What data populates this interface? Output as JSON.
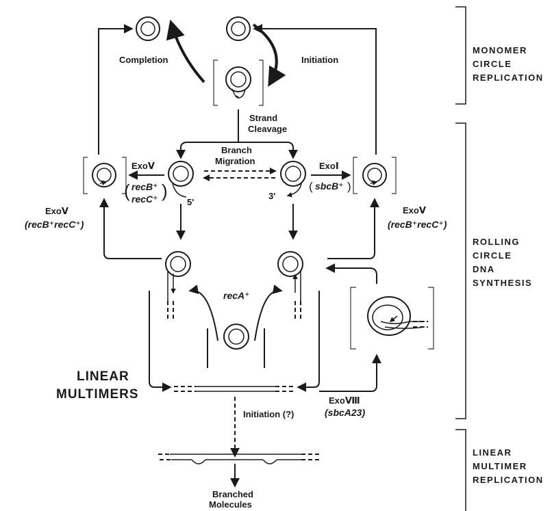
{
  "labels": {
    "completion": "Completion",
    "initiation": "Initiation",
    "strand_cleavage_1": "Strand",
    "strand_cleavage_2": "Cleavage",
    "branch_migration_1": "Branch",
    "branch_migration_2": "Migration",
    "exov_left": "ExoⅤ",
    "exoi": "ExoⅠ",
    "recb_plus": "recB⁺",
    "recc_plus": "recC⁺",
    "sbcb_plus": "sbcB⁺",
    "five_prime": "5'",
    "three_prime": "3'",
    "exov_far_left": "ExoⅤ",
    "recbc_far_left": "(recB⁺recC⁺)",
    "exov_right": "ExoⅤ",
    "recbc_right": "(recB⁺recC⁺)",
    "reca_plus": "recA⁺",
    "linear_1": "LINEAR",
    "linear_2": "MULTIMERS",
    "exoviii": "ExoⅧ",
    "sbca23": "(sbcA23)",
    "initiation_q": "Initiation (?)",
    "branched_1": "Branched",
    "branched_2": "Molecules"
  },
  "side_labels": {
    "monomer": [
      "MONOMER",
      "CIRCLE",
      "REPLICATION"
    ],
    "rolling": [
      "ROLLING",
      "CIRCLE",
      "DNA",
      "SYNTHESIS"
    ],
    "linear_rep": [
      "LINEAR",
      "MULTIMER",
      "REPLICATION"
    ]
  }
}
